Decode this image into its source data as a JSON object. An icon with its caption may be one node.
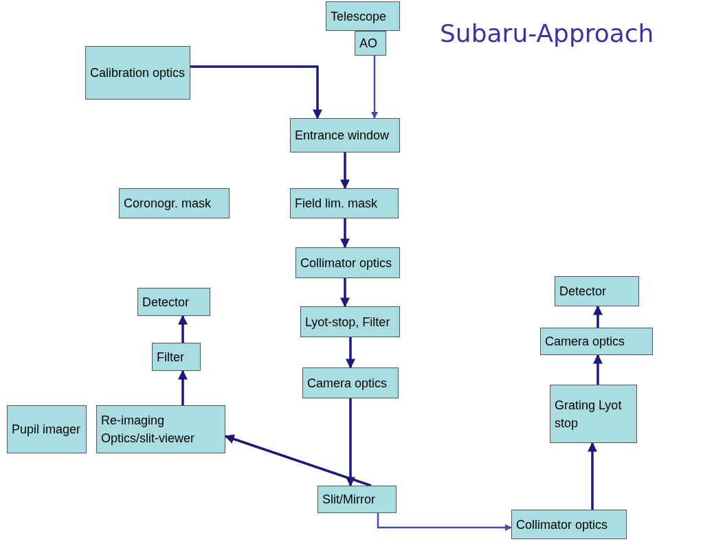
{
  "diagram": {
    "title": "Subaru-Approach",
    "nodes": [
      {
        "text": [
          "Telescope"
        ]
      },
      {
        "text": [
          "AO"
        ]
      },
      {
        "text": [
          "Calibration optics"
        ]
      },
      {
        "text": [
          "Entrance window"
        ]
      },
      {
        "text": [
          "Coronogr. mask"
        ]
      },
      {
        "text": [
          "Field lim. mask"
        ]
      },
      {
        "text": [
          "Collimator optics"
        ]
      },
      {
        "text": [
          "Detector"
        ]
      },
      {
        "text": [
          "Lyot-stop, Filter"
        ]
      },
      {
        "text": [
          "Detector"
        ]
      },
      {
        "text": [
          "Camera optics"
        ]
      },
      {
        "text": [
          "Filter"
        ]
      },
      {
        "text": [
          "Camera optics"
        ]
      },
      {
        "text": [
          "Grating Lyot stop"
        ]
      },
      {
        "text": [
          "Pupil imager"
        ]
      },
      {
        "text": [
          "Re-imaging Optics/slit-viewer"
        ]
      },
      {
        "text": [
          "Slit/Mirror"
        ]
      },
      {
        "text": [
          "Collimator optics"
        ]
      }
    ],
    "edges": [
      {
        "from": 1,
        "to": 3,
        "arrow": "to",
        "color": "#4a4aa6"
      },
      {
        "from": 2,
        "to": 3,
        "arrow": "to"
      },
      {
        "from": 3,
        "to": 5,
        "arrow": "to"
      },
      {
        "from": 5,
        "to": 6,
        "arrow": "to"
      },
      {
        "from": 6,
        "to": 8,
        "arrow": "to"
      },
      {
        "from": 8,
        "to": 12,
        "arrow": "to"
      },
      {
        "from": 12,
        "to": 16,
        "arrow": "to"
      },
      {
        "from": 16,
        "to": 15,
        "arrow": "to"
      },
      {
        "from": 15,
        "to": 11,
        "arrow": "to"
      },
      {
        "from": 11,
        "to": 7,
        "arrow": "to"
      },
      {
        "from": 16,
        "to": 17,
        "arrow": "to",
        "color": "#4a4aa6"
      },
      {
        "from": 17,
        "to": 13,
        "arrow": "to"
      },
      {
        "from": 13,
        "to": 10,
        "arrow": "to"
      },
      {
        "from": 10,
        "to": 9,
        "arrow": "to"
      }
    ]
  }
}
